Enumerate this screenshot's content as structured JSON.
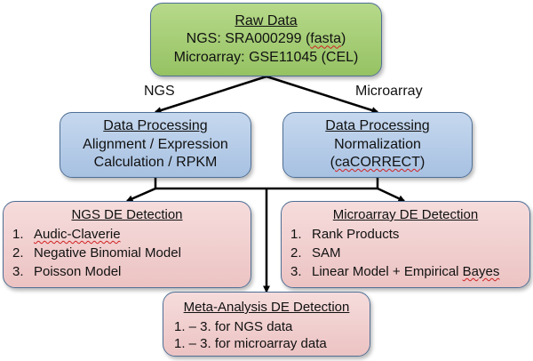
{
  "raw_data": {
    "title": "Raw Data",
    "ngs_prefix": "NGS: SRA000299 (",
    "ngs_format": "fasta",
    "ngs_suffix": ")",
    "microarray_line": "Microarray: GSE11045 (CEL)"
  },
  "edge_labels": {
    "ngs": "NGS",
    "microarray": "Microarray"
  },
  "processing_ngs": {
    "title": "Data Processing",
    "line1": "Alignment / Expression",
    "line2": "Calculation / RPKM"
  },
  "processing_microarray": {
    "title": "Data Processing",
    "line1": "Normalization",
    "line2_prefix": "(",
    "line2_word": "caCORRECT",
    "line2_suffix": ")"
  },
  "ngs_de": {
    "title": "NGS DE Detection",
    "items": [
      {
        "num": "1.",
        "text": "Audic-Claverie"
      },
      {
        "num": "2.",
        "text": "Negative Binomial Model"
      },
      {
        "num": "3.",
        "text": "Poisson Model"
      }
    ]
  },
  "microarray_de": {
    "title": "Microarray DE Detection",
    "items": [
      {
        "num": "1.",
        "text": "Rank Products"
      },
      {
        "num": "2.",
        "text": "SAM"
      },
      {
        "num": "3.",
        "text_prefix": "Linear Model + Empirical ",
        "text_word": "Bayes"
      }
    ]
  },
  "meta": {
    "title": "Meta-Analysis DE Detection",
    "line1": "1. – 3. for NGS data",
    "line2": "1. – 3. for microarray data"
  },
  "colors": {
    "raw_fill": "#9bc66a",
    "processing_fill": "#b2c9e6",
    "detection_fill": "#f0cccc",
    "border": "#4f6f95",
    "arrow": "#000000",
    "spellcheck": "#d02020"
  }
}
